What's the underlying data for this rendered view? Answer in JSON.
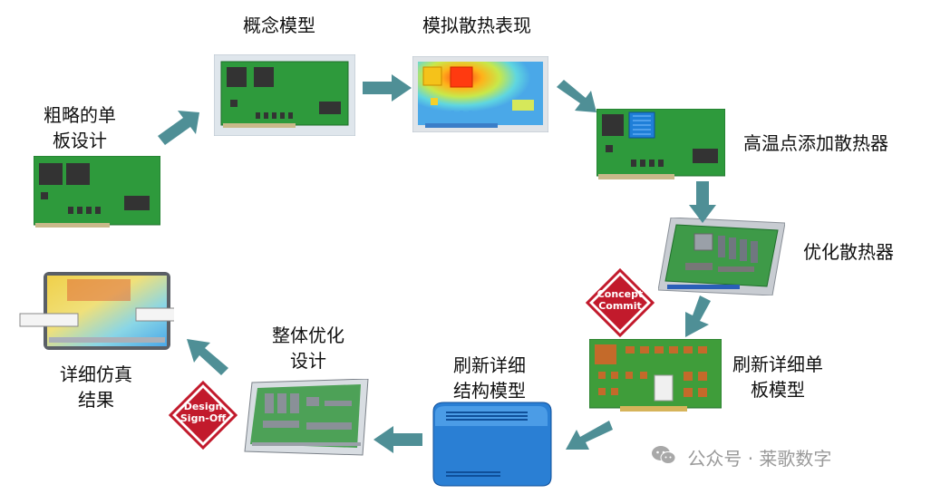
{
  "steps": {
    "rough_board": [
      "粗略的单",
      "板设计"
    ],
    "concept_model": "概念模型",
    "simulate_thermal": "模拟散热表现",
    "add_heatsink": "高温点添加散热器",
    "optimize_heatsink": "优化散热器",
    "refresh_board": [
      "刷新详细单",
      "板模型"
    ],
    "refresh_structure": [
      "刷新详细",
      "结构模型"
    ],
    "global_optimize": [
      "整体优化",
      "设计"
    ],
    "detailed_results": [
      "详细仿真",
      "结果"
    ]
  },
  "badges": {
    "concept_commit": [
      "Concept",
      "Commit"
    ],
    "design_signoff": [
      "Design",
      "Sign-Off"
    ]
  },
  "watermark": "公众号 · 莱歌数字",
  "colors": {
    "arrow": "#4f8f96",
    "pcb_green": "#2e9a3c",
    "badge_red": "#c21a2c"
  }
}
